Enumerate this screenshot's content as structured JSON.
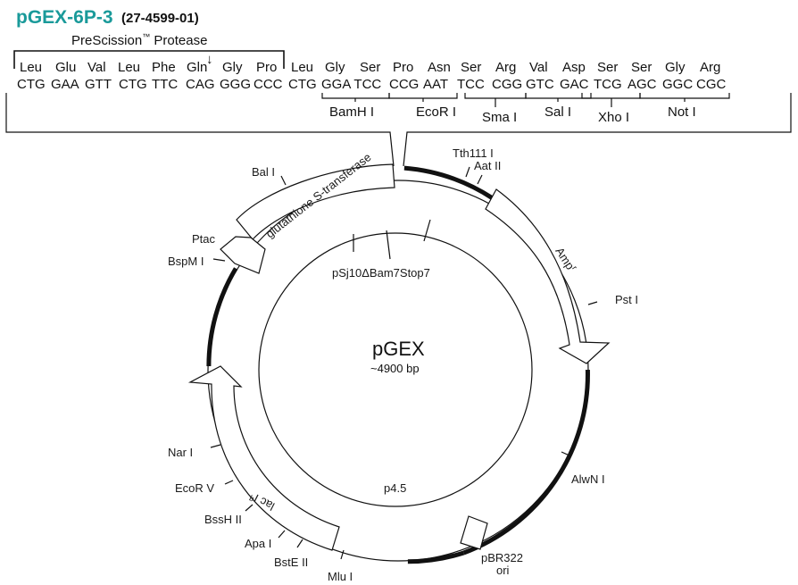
{
  "header": {
    "vector_name": "pGEX-6P-3",
    "catalog_number": "(27-4599-01)",
    "protease_label": "PreScission",
    "protease_tm": "™",
    "protease_suffix": " Protease"
  },
  "sequence": {
    "amino_acids": [
      "Leu",
      "Glu",
      "Val",
      "Leu",
      "Phe",
      "Gln",
      "Gly",
      "Pro",
      "Leu",
      "Gly",
      "Ser",
      "Pro",
      "Asn",
      "Ser",
      "Arg",
      "Val",
      "Asp",
      "Ser",
      "Ser",
      "Gly",
      "Arg"
    ],
    "codons": [
      "CTG",
      "GAA",
      "GTT",
      "CTG",
      "TTC",
      "CAG",
      "GGG",
      "CCC",
      "CTG",
      "GGA TCC",
      "CCG",
      "AAT",
      "TCC",
      "CGG",
      "GTC",
      "GAC",
      "TCG",
      "AGC",
      "GGC",
      "CGC"
    ],
    "cleavage_arrow": "↓"
  },
  "restriction_sites_mcs": {
    "bamh1": "BamH I",
    "ecor1": "EcoR I",
    "sma1": "Sma I",
    "sal1": "Sal I",
    "xho1": "Xho I",
    "not1": "Not I"
  },
  "plasmid": {
    "name": "pGEX",
    "size": "~4900 bp",
    "features": {
      "gst": "glutathione S-transferase",
      "amp": "Amp",
      "amp_sup": "r",
      "lacq": "lac I",
      "lacq_sup": "q",
      "ptac": "Ptac",
      "ori": "pBR322",
      "ori_line2": "ori"
    },
    "inner_labels": {
      "psj": "pSj10ΔBam7Stop7",
      "p45": "p4.5"
    },
    "sites": {
      "bal1": "Bal I",
      "tth111": "Tth111 I",
      "aat2": "Aat II",
      "pst1": "Pst I",
      "alwn1": "AlwN I",
      "bspm1": "BspM I",
      "nar1": "Nar I",
      "ecorv": "EcoR V",
      "bssh2": "BssH II",
      "apa1": "Apa I",
      "bste2": "BstE II",
      "mlu1": "Mlu I"
    }
  },
  "colors": {
    "title_accent": "#1a9a9a",
    "line": "#111111"
  }
}
